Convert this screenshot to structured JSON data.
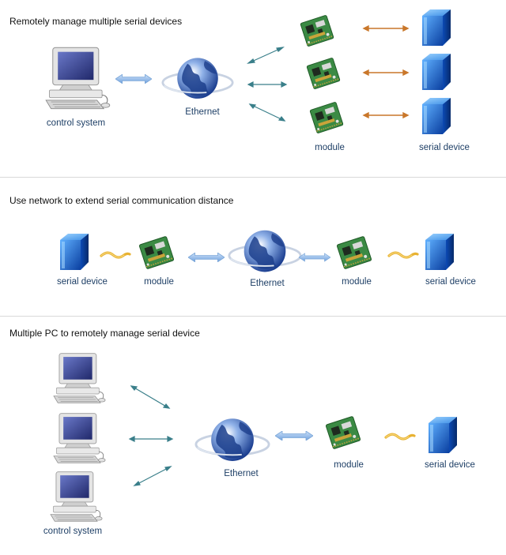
{
  "sections": [
    {
      "title": "Remotely manage multiple serial devices",
      "labels": {
        "computer": "control system",
        "ethernet": "Ethernet",
        "module": "module",
        "serial": "serial device"
      }
    },
    {
      "title": "Use network to extend serial communication distance",
      "labels": {
        "serial_left": "serial device",
        "module_left": "module",
        "ethernet": "Ethernet",
        "module_right": "module",
        "serial_right": "serial device"
      }
    },
    {
      "title": "Multiple PC to remotely manage serial device",
      "labels": {
        "computer": "control system",
        "ethernet": "Ethernet",
        "module": "module",
        "serial": "serial device"
      }
    }
  ],
  "colors": {
    "network_arrow": "#3a7f8a",
    "serial_arrow": "#c9772a",
    "yellow_wave": "#e0a420",
    "blue_link": "#8fb8e6",
    "cube": "#1a5fc0",
    "pcb": "#3f8a46",
    "globe": "#1b47a0"
  },
  "icons": [
    "computer-icon",
    "globe-icon",
    "module-icon",
    "cube-icon",
    "double-arrow-icon",
    "wave-link-icon"
  ]
}
